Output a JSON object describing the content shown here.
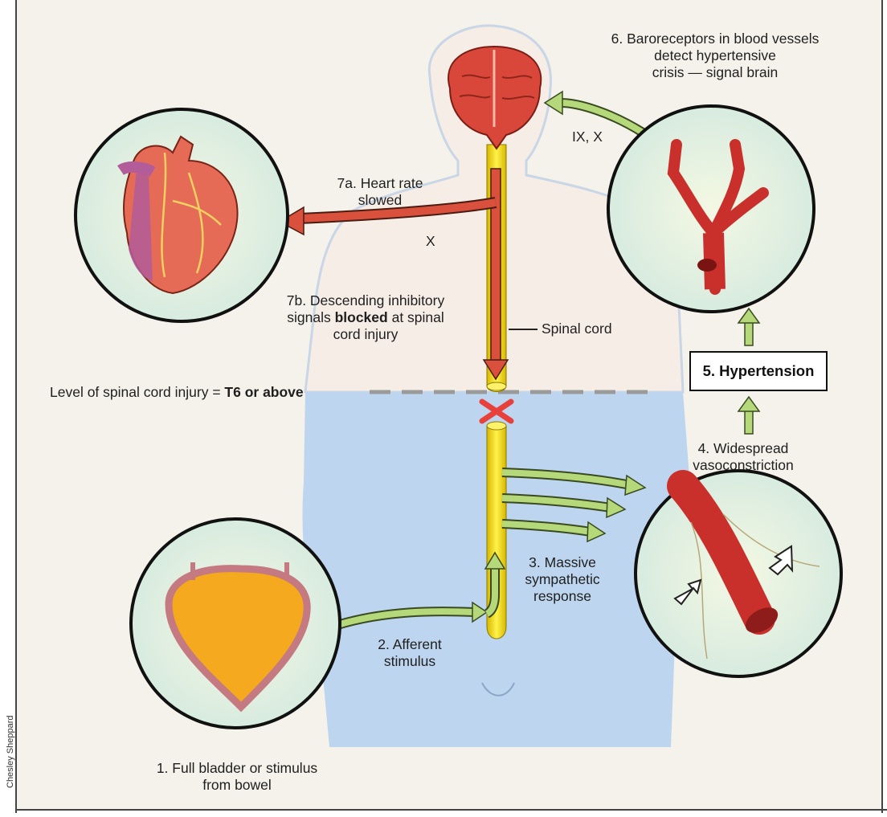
{
  "labels": {
    "step1_line1": "1. Full bladder or stimulus",
    "step1_line2": "from bowel",
    "step2_line1": "2. Afferent",
    "step2_line2": "stimulus",
    "step3_line1": "3. Massive",
    "step3_line2": "sympathetic",
    "step3_line3": "response",
    "step4_line1": "4. Widespread",
    "step4_line2": "vasoconstriction",
    "step5": "5. Hypertension",
    "step6_line1": "6. Baroreceptors in blood vessels",
    "step6_line2": "detect hypertensive",
    "step6_line3": "crisis — signal brain",
    "nerves_ix_x": "IX, X",
    "step7a_line1": "7a. Heart rate",
    "step7a_line2": "slowed",
    "nerve_x": "X",
    "step7b_line1": "7b. Descending inhibitory",
    "step7b_line2_pre": "signals ",
    "step7b_line2_bold": "blocked",
    "step7b_line2_post": " at spinal",
    "step7b_line3": "cord injury",
    "spinal_cord": "Spinal cord",
    "injury_level_pre": "Level of spinal cord injury = ",
    "injury_level_bold": "T6 or above",
    "credit": "Chesley Sheppard"
  },
  "colors": {
    "upper_body": "#f6ece6",
    "lower_body": "#bfd6f0",
    "spinal_cord": "#f7e21c",
    "brain": "#d9473a",
    "arrow_green": "#b5d87a",
    "arrow_red": "#d9503c",
    "bladder": "#f5a91e",
    "vessel": "#c9302c",
    "blocked_x": "#e8413c"
  }
}
